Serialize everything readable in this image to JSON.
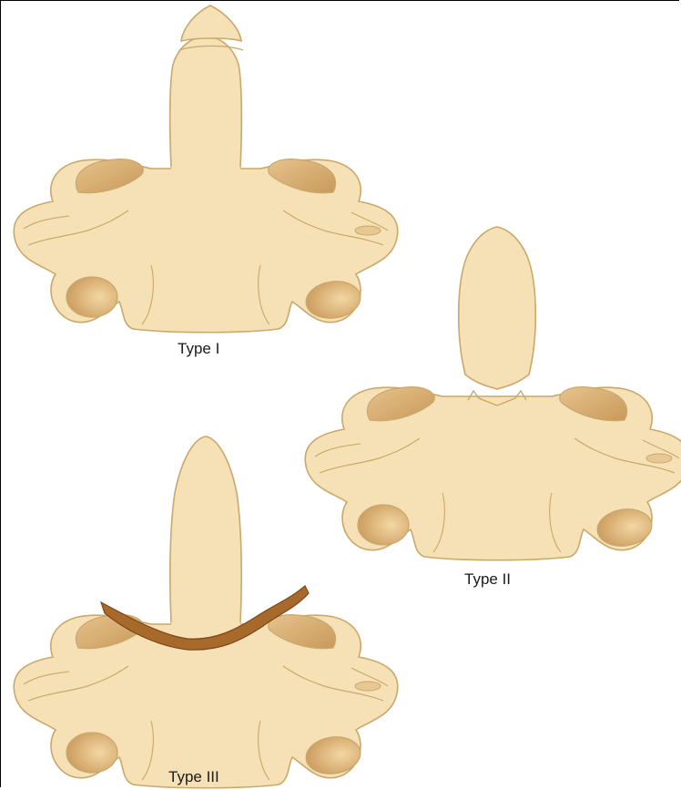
{
  "figure": {
    "panels": [
      {
        "id": "type-1",
        "label": "Type I",
        "fracture": "tip of the odontoid process"
      },
      {
        "id": "type-2",
        "label": "Type II",
        "fracture": "base of the odontoid process"
      },
      {
        "id": "type-3",
        "label": "Type III",
        "fracture": "extends into the vertebral body"
      }
    ],
    "colors": {
      "bone_fill": "#f6e1b6",
      "bone_stroke": "#c9a86a",
      "facet_fill": "#dcb47a",
      "fracture_band": "#a86a2a",
      "fracture_band_edge": "#7a4818",
      "background": "#ffffff",
      "label_text": "#1a1a1a"
    }
  }
}
